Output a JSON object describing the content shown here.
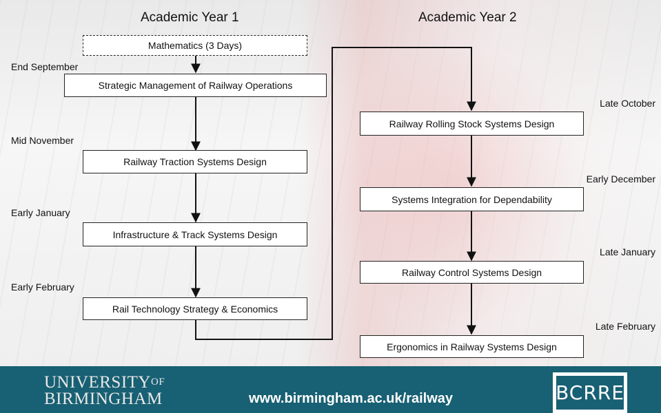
{
  "year1": {
    "title": "Academic Year 1",
    "prerequisite": "Mathematics (3 Days)",
    "modules": [
      {
        "date": "End September",
        "name": "Strategic Management of Railway Operations"
      },
      {
        "date": "Mid November",
        "name": "Railway Traction Systems Design"
      },
      {
        "date": "Early January",
        "name": "Infrastructure & Track Systems Design"
      },
      {
        "date": "Early February",
        "name": "Rail Technology Strategy & Economics"
      }
    ]
  },
  "year2": {
    "title": "Academic Year 2",
    "modules": [
      {
        "date": "Late October",
        "name": "Railway Rolling Stock Systems Design"
      },
      {
        "date": "Early December",
        "name": "Systems Integration for Dependability"
      },
      {
        "date": "Late January",
        "name": "Railway Control Systems Design"
      },
      {
        "date": "Late February",
        "name": "Ergonomics in Railway Systems Design"
      }
    ]
  },
  "footer": {
    "university_line1": "UNIVERSITY",
    "university_of": "OF",
    "university_line2": "BIRMINGHAM",
    "url": "www.birmingham.ac.uk/railway",
    "logo_text": "BCRRE",
    "color": "#186073"
  }
}
